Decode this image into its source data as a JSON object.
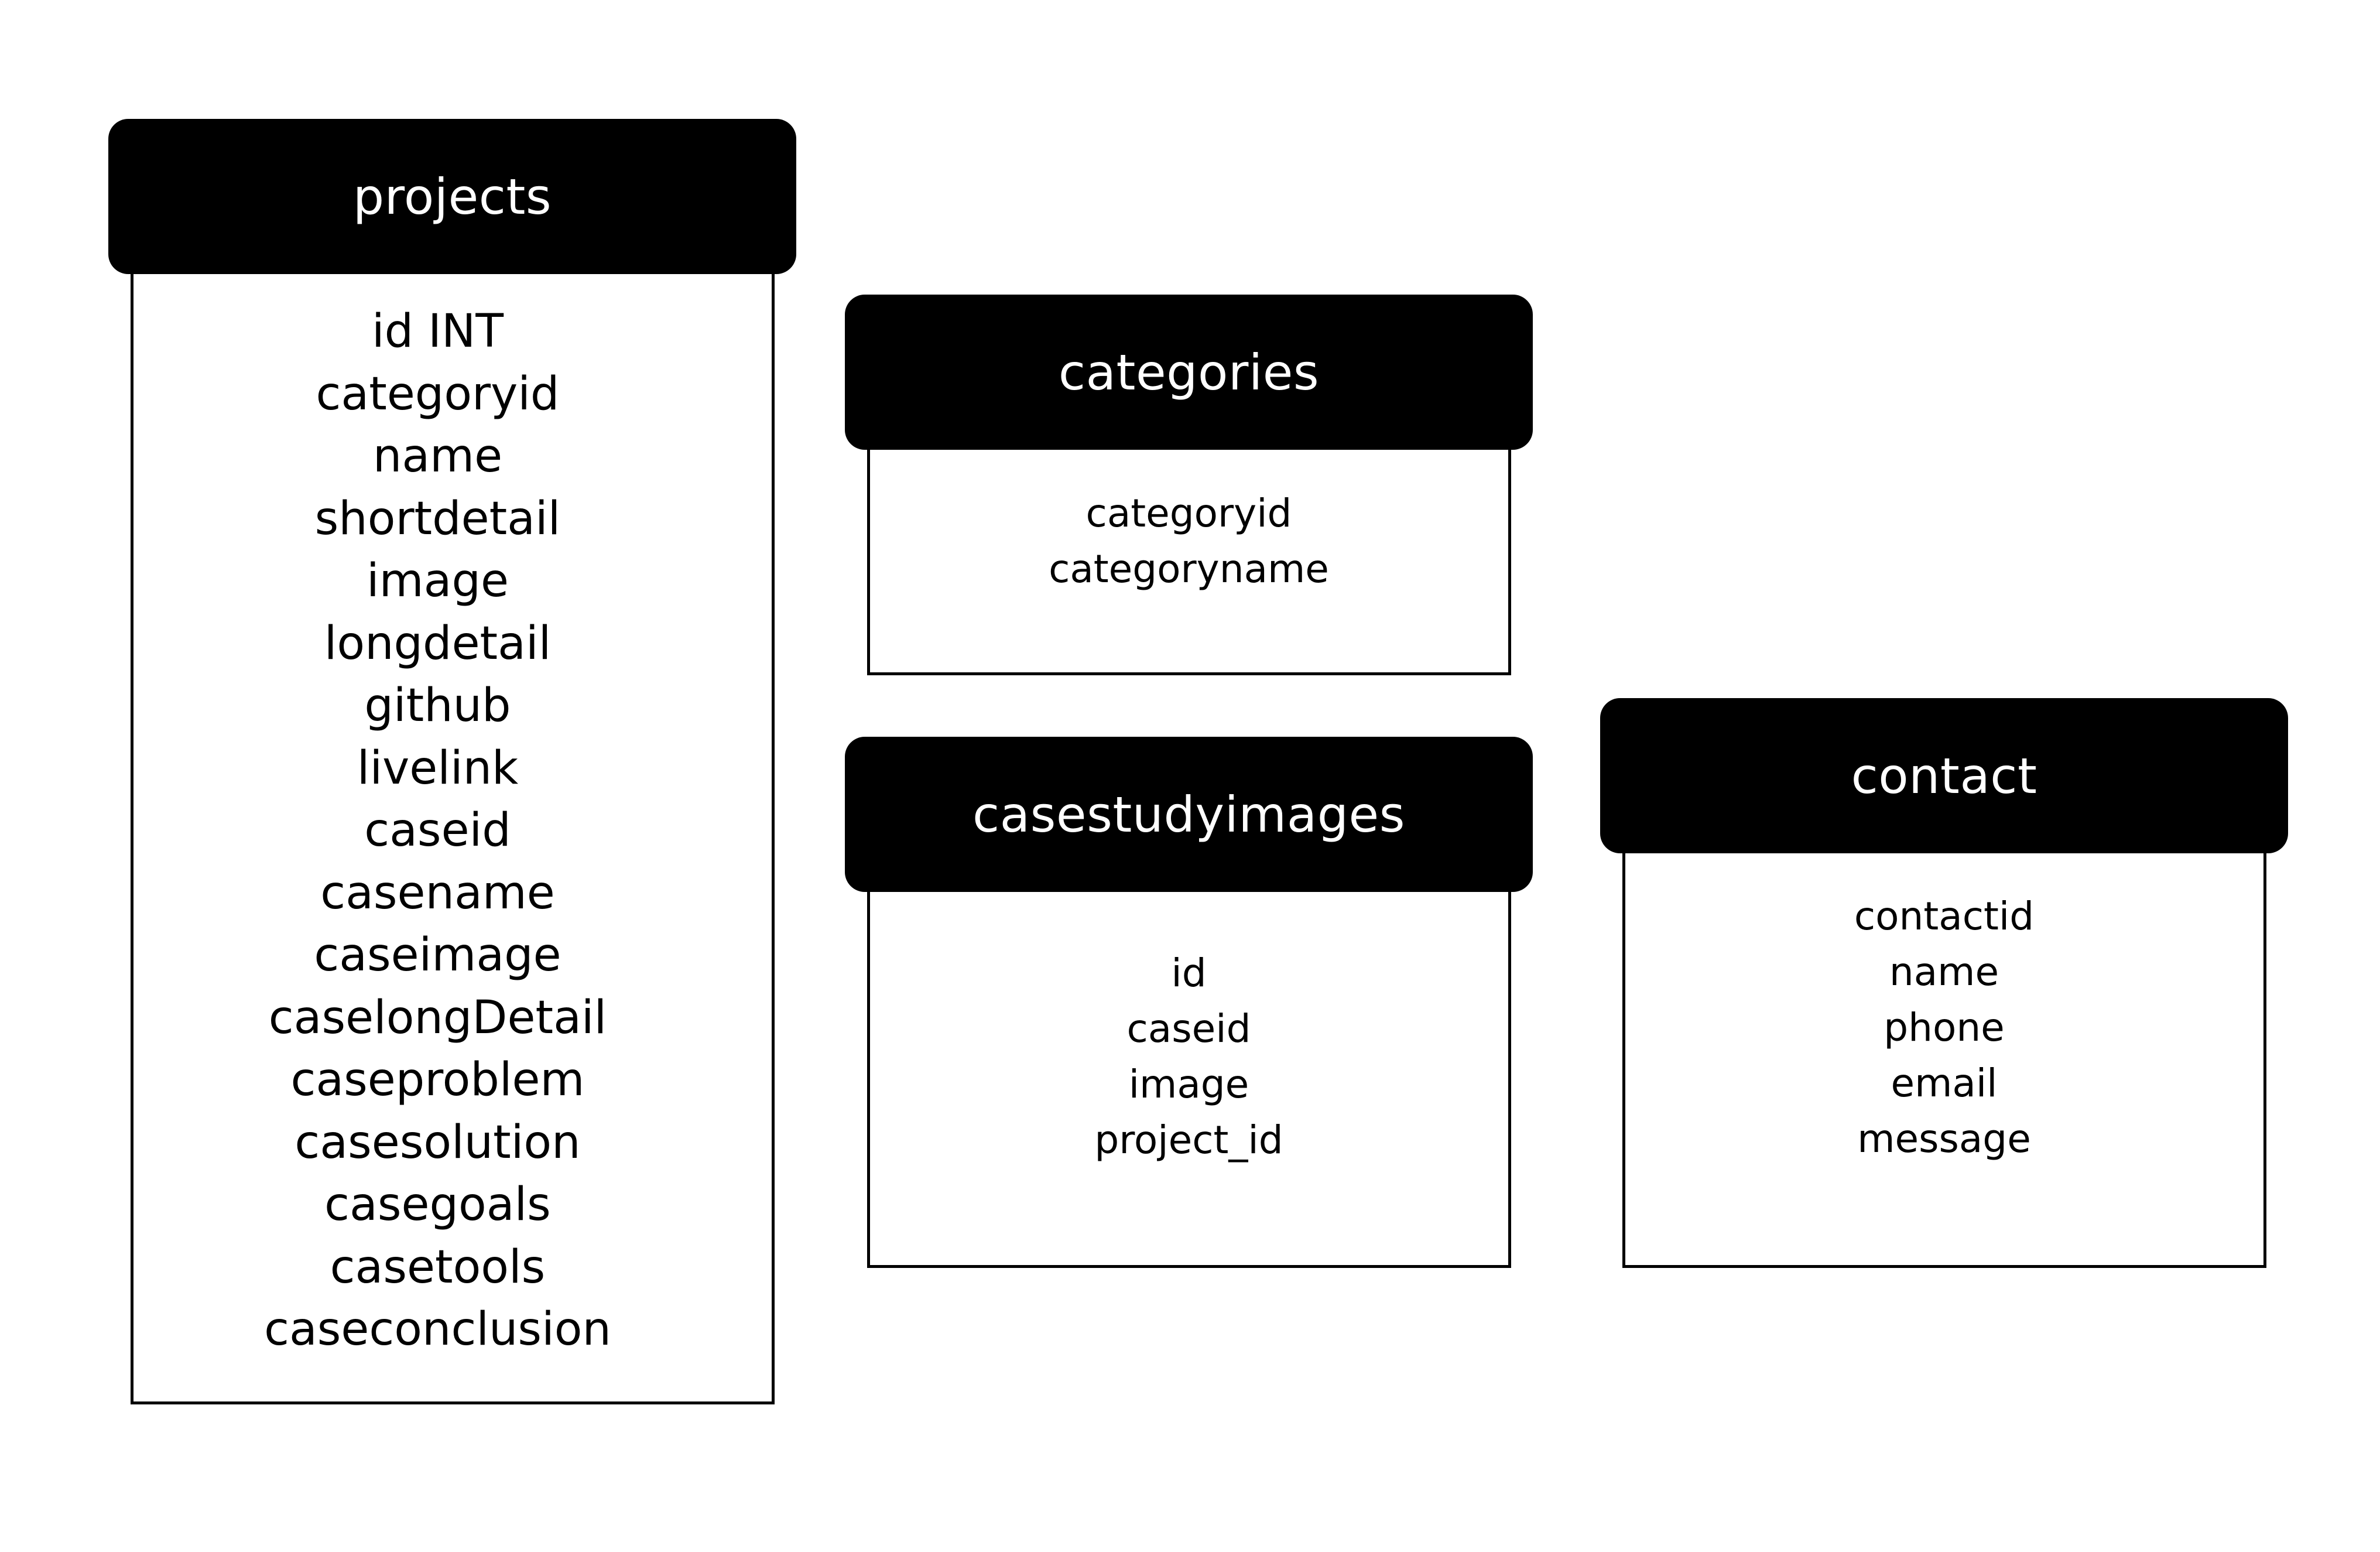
{
  "tables": {
    "projects": {
      "title": "projects",
      "fields": [
        "id INT",
        "categoryid",
        "name",
        "shortdetail",
        "image",
        "longdetail",
        "github",
        "livelink",
        "caseid",
        "casename",
        "caseimage",
        "caselongDetail",
        "caseproblem",
        "casesolution",
        "casegoals",
        "casetools",
        "caseconclusion"
      ]
    },
    "categories": {
      "title": "categories",
      "fields": [
        "categoryid",
        "categoryname"
      ]
    },
    "casestudyimages": {
      "title": "casestudyimages",
      "fields": [
        "id",
        "caseid",
        "image",
        "project_id"
      ]
    },
    "contact": {
      "title": "contact",
      "fields": [
        "contactid",
        "name",
        "phone",
        "email",
        "message"
      ]
    }
  },
  "colors": {
    "header_background": "#000000",
    "header_text": "#ffffff",
    "body_background": "#ffffff",
    "border": "#000000",
    "field_text": "#000000"
  }
}
